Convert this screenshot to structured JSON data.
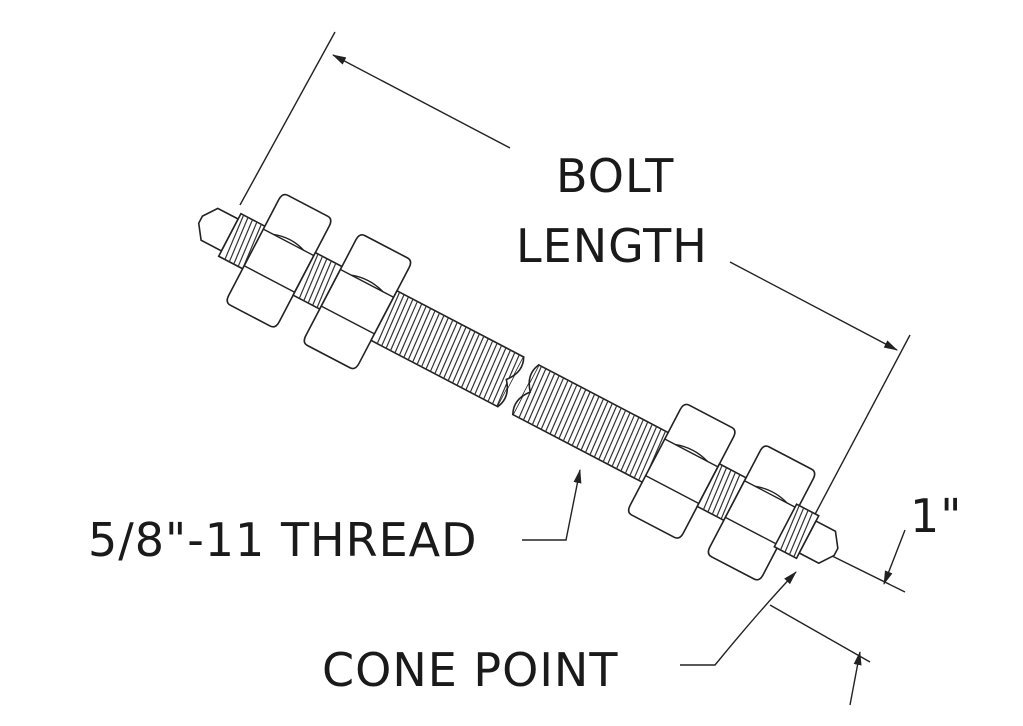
{
  "diagram": {
    "labels": {
      "bolt": "BOLT",
      "length": "LENGTH",
      "thread": "5/8\"-11 THREAD",
      "point_size": "1\"",
      "cone_point": "CONE POINT"
    }
  }
}
